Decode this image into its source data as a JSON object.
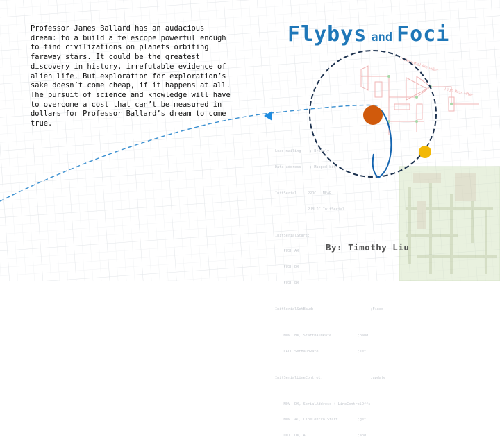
{
  "slide": {
    "paragraph": "Professor James Ballard has an audacious dream: to a build a telescope powerful enough to find civilizations on planets orbiting faraway stars. It could be the greatest discovery in history, irrefutable evidence of alien life. But exploration for exploration’s sake doesn’t come cheap, if it happens at all. The pursuit of science and knowledge will have to overcome a cost that can’t be measured in dollars for Professor Ballard’s dream to come true.",
    "title_part1": "Flybys",
    "title_connector": "and",
    "title_part2": "Foci",
    "byline": "By: Timothy Liu"
  },
  "colors": {
    "title": "#1f77b8",
    "trajectory": "#3a8fd0",
    "orbit_circle": "#1e3350",
    "planet": "#d05a0c",
    "moon": "#f2b807",
    "ellipse": "#1565b0"
  },
  "background_labels": {
    "amp_label": "Differential Amplifier",
    "filter_label": "High Pass Filter"
  },
  "background_code": [
    "Load_mailing    ; Bravely",
    "Data_address    ; Mapped bit",
    "",
    "InitSerial     PROC   NEAR",
    "               PUBLIC InitSerial",
    "",
    "InitSerialStart:",
    "    PUSH AX",
    "    PUSH DX",
    "    PUSH BX",
    "",
    "InitSerialSetBaud:                          ;Fixed",
    "",
    "    MOV  BX, StartBaudRate            ;baud",
    "    CALL SetBaudRate                  ;set",
    "",
    "InitSerialLineControl:                      ;update",
    "",
    "    MOV  DX, SerialAddress + LineControlOffs",
    "    MOV  AL, LineControlStart         ;get",
    "    OUT  DX, AL                       ;and"
  ]
}
